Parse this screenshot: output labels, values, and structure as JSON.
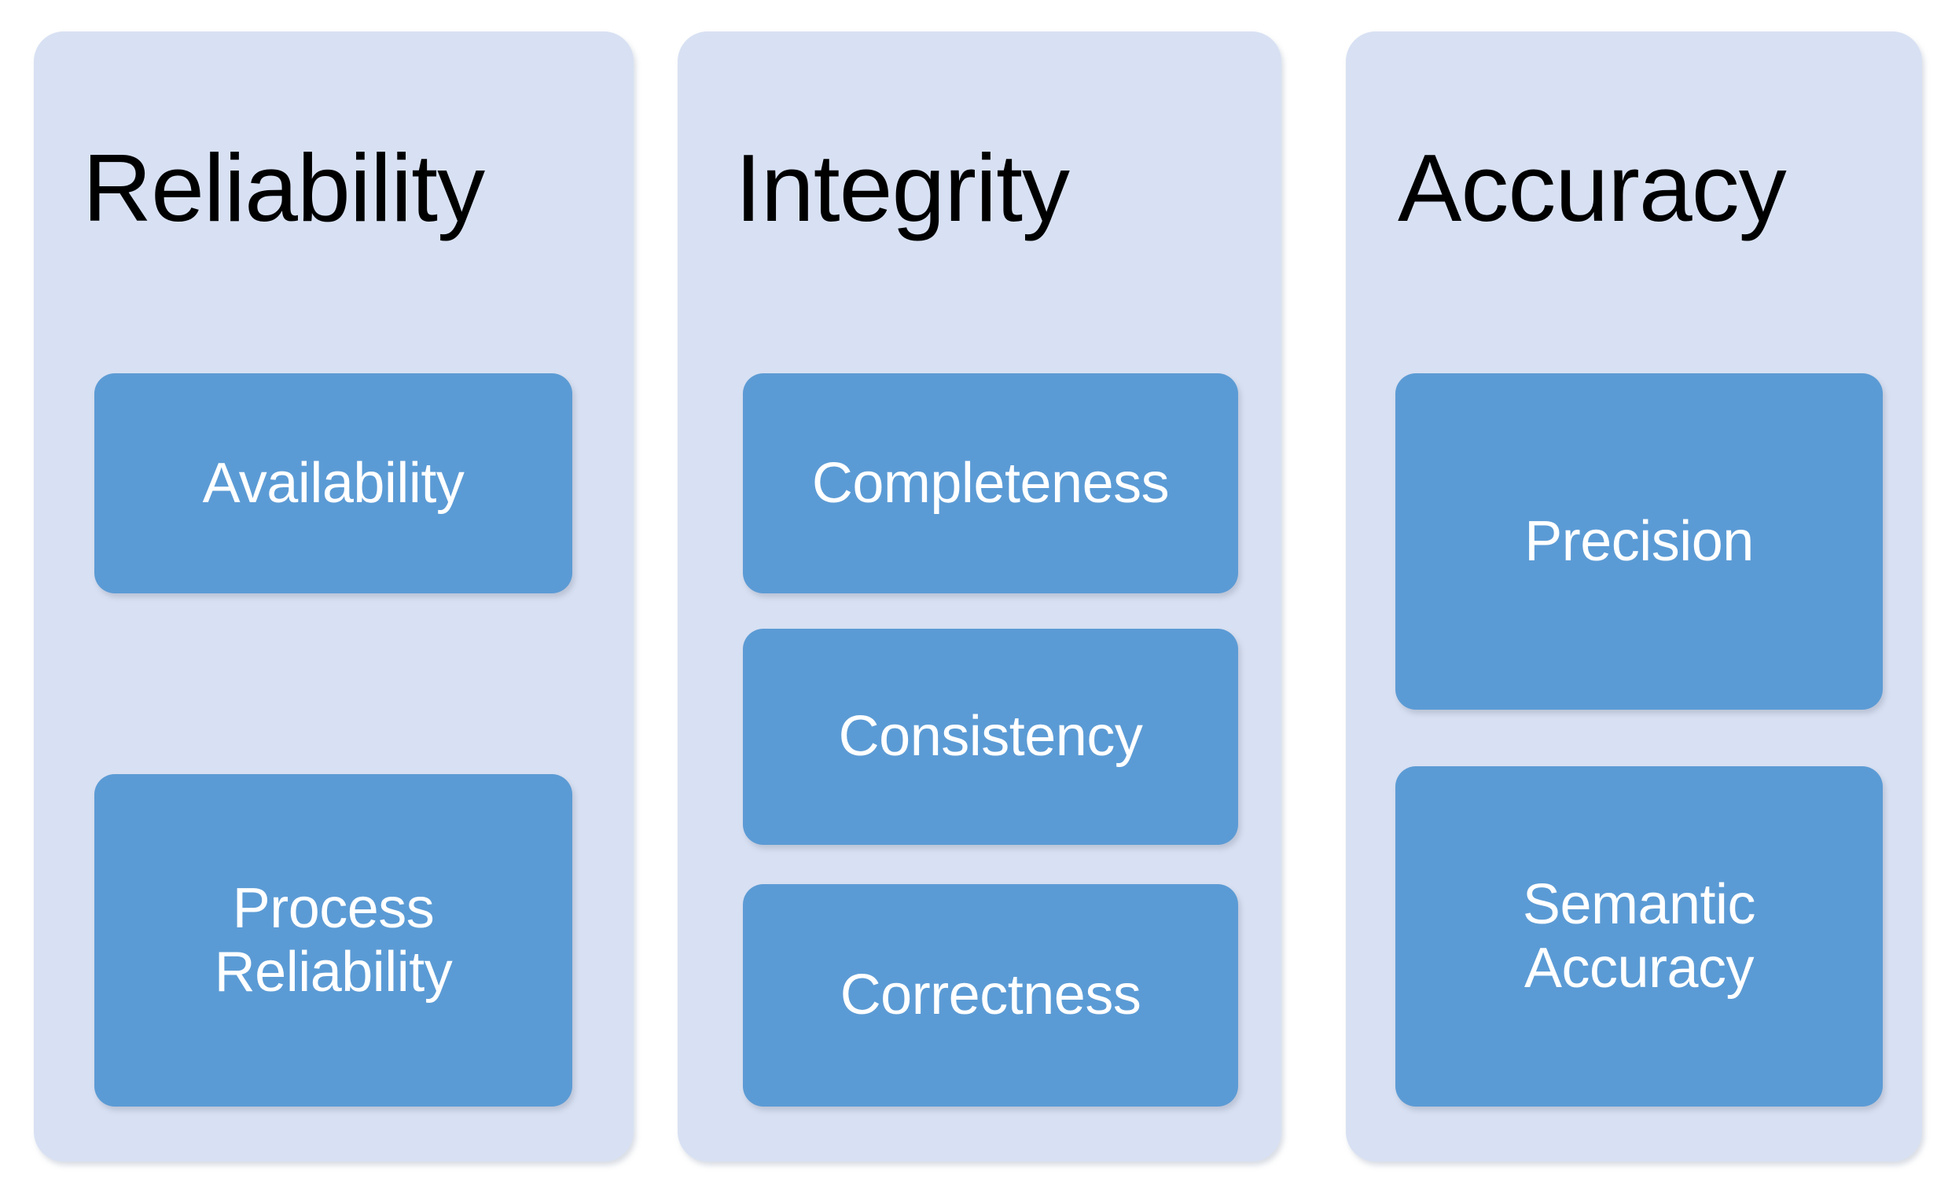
{
  "diagram": {
    "type": "three-column-grouped-boxes",
    "title": "",
    "colors": {
      "panel_background": "#D8E1F3",
      "leaf_background": "#5B9BD5",
      "panel_title_text": "#000000",
      "leaf_label_text": "#FFFFFF",
      "page_background": "#FFFFFF"
    },
    "columns": [
      {
        "id": "reliability",
        "title": "Reliability",
        "items": [
          {
            "id": "availability",
            "label": "Availability"
          },
          {
            "id": "process-reliability",
            "label": "Process\nReliability"
          }
        ]
      },
      {
        "id": "integrity",
        "title": "Integrity",
        "items": [
          {
            "id": "completeness",
            "label": "Completeness"
          },
          {
            "id": "consistency",
            "label": "Consistency"
          },
          {
            "id": "correctness",
            "label": "Correctness"
          }
        ]
      },
      {
        "id": "accuracy",
        "title": "Accuracy",
        "items": [
          {
            "id": "precision",
            "label": "Precision"
          },
          {
            "id": "semantic-accuracy",
            "label": "Semantic\nAccuracy"
          }
        ]
      }
    ]
  }
}
